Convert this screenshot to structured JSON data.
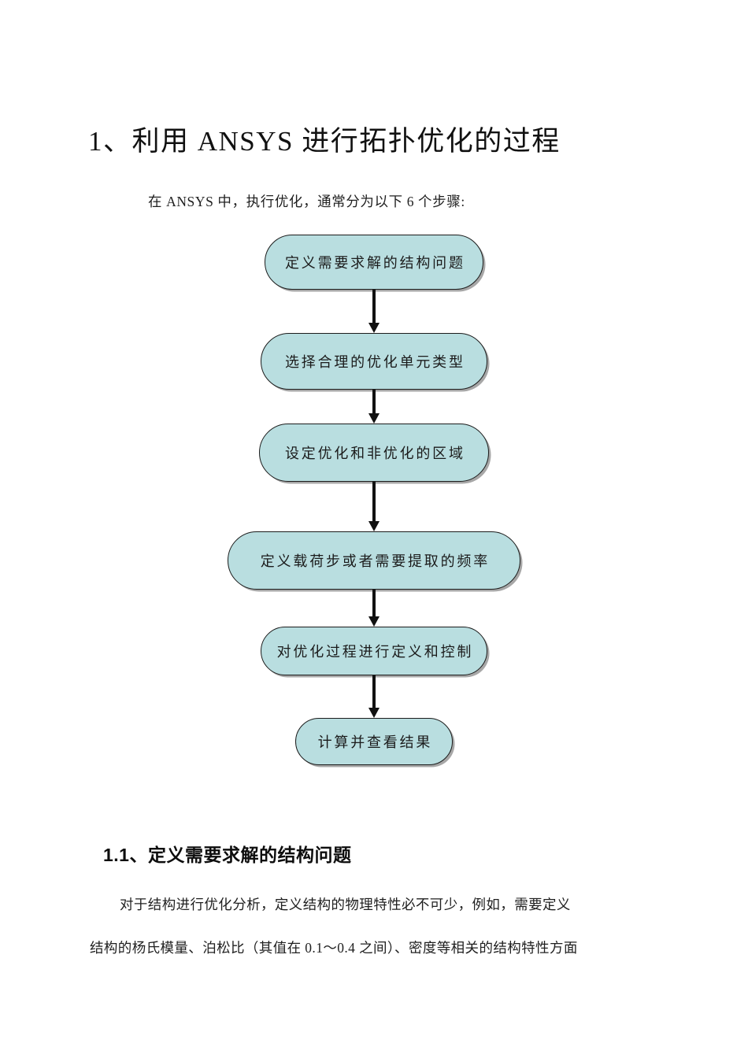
{
  "document": {
    "title": "1、利用 ANSYS 进行拓扑优化的过程",
    "intro": "在 ANSYS 中，执行优化，通常分为以下 6 个步骤:",
    "section_heading": "1.1、定义需要求解的结构问题",
    "paragraph_lines": [
      "对于结构进行优化分析，定义结构的物理特性必不可少，例如，需要定义",
      "结构的杨氏模量、泊松比（其值在 0.1～0.4 之间）、密度等相关的结构特性方面"
    ]
  },
  "flowchart": {
    "type": "flow",
    "orientation": "vertical",
    "box_fill": "#b9dee0",
    "box_border": "#1c1c1c",
    "arrow_color": "#111111",
    "steps": [
      {
        "index": "1",
        "label": "定义需要求解的结构问题"
      },
      {
        "index": "2",
        "label": "选择合理的优化单元类型"
      },
      {
        "index": "3",
        "label": "设定优化和非优化的区域"
      },
      {
        "index": "4",
        "label": "定义载荷步或者需要提取的频率"
      },
      {
        "index": "5",
        "label": "对优化过程进行定义和控制"
      },
      {
        "index": "6",
        "label": "计算并查看结果"
      }
    ]
  }
}
